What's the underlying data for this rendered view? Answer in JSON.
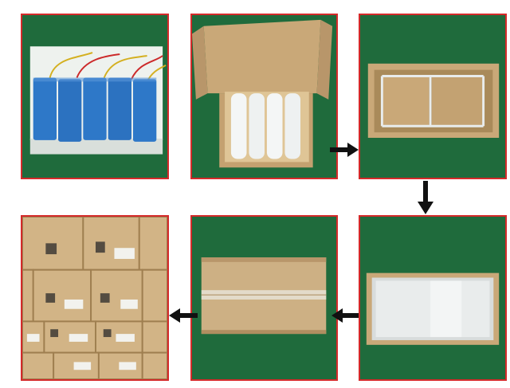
{
  "figure": {
    "panels": [
      {
        "id": "1",
        "subject": "five-battery-packs-with-wires"
      },
      {
        "id": "2",
        "subject": "packs-wrapped-in-foam-inner-box"
      },
      {
        "id": "3",
        "subject": "outer-box-with-cardboard-dividers"
      },
      {
        "id": "4",
        "subject": "outer-box-with-foam-sheet"
      },
      {
        "id": "5",
        "subject": "sealed-carton"
      },
      {
        "id": "6",
        "subject": "stacked-cartons-warehouse"
      }
    ],
    "flow_arrows": [
      {
        "from": "2",
        "to": "3",
        "direction": "right"
      },
      {
        "from": "3",
        "to": "4",
        "direction": "down"
      },
      {
        "from": "4",
        "to": "5",
        "direction": "left"
      },
      {
        "from": "5",
        "to": "6",
        "direction": "left"
      }
    ],
    "colors": {
      "frame": "#d42a2a",
      "background_green": "#1f6b3c",
      "battery_blue": "#2e78c8",
      "cardboard": "#c9a878",
      "arrow": "#111111"
    }
  }
}
